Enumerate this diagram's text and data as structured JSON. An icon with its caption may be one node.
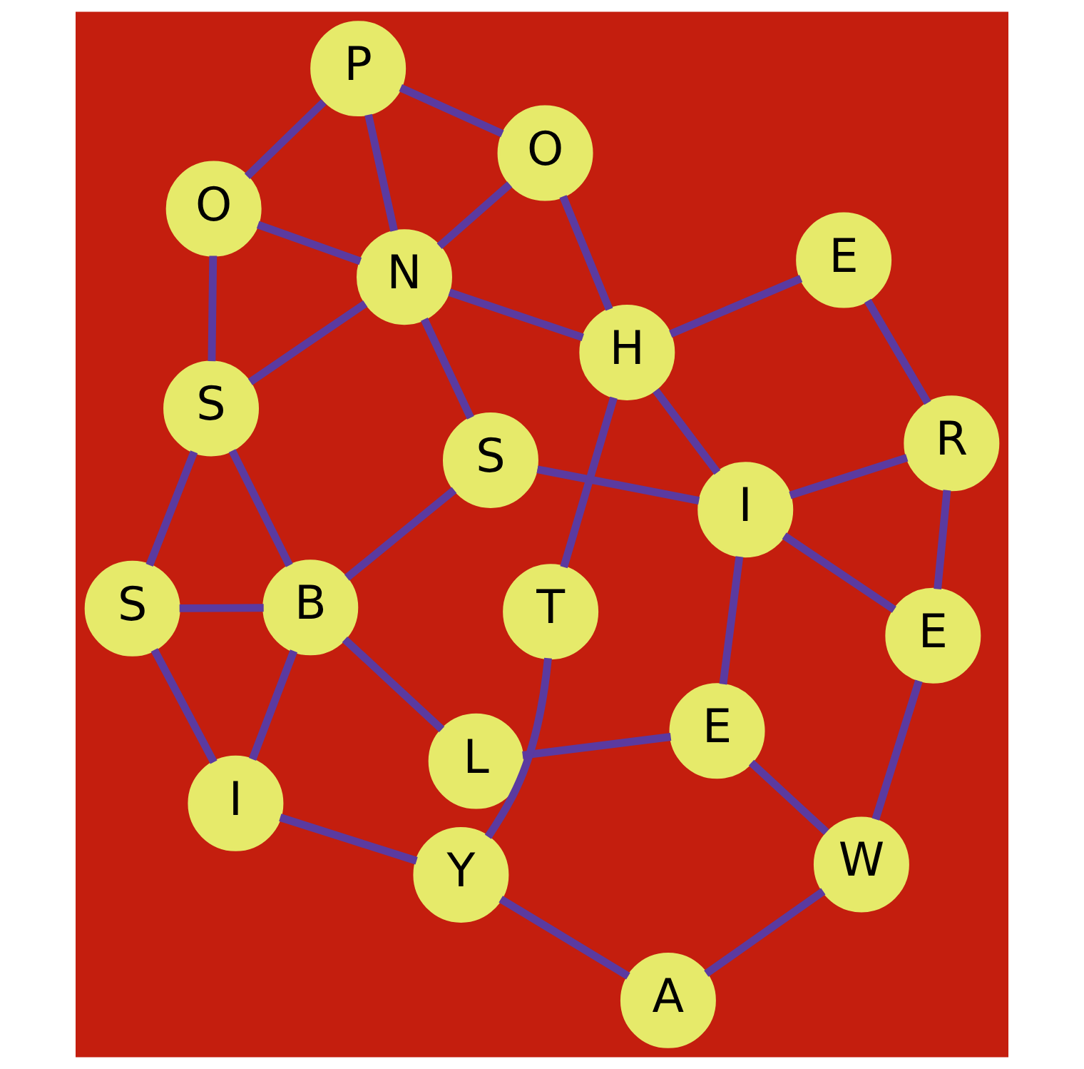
{
  "diagram": {
    "nodes": [
      {
        "text": [
          "S"
        ]
      },
      {
        "text": [
          "O"
        ]
      },
      {
        "text": [
          "B"
        ]
      },
      {
        "text": [
          "S"
        ]
      },
      {
        "text": [
          "S"
        ]
      },
      {
        "text": [
          "P"
        ]
      },
      {
        "text": [
          "L"
        ]
      },
      {
        "text": [
          "E"
        ]
      },
      {
        "text": [
          "I"
        ]
      },
      {
        "text": [
          "I"
        ]
      },
      {
        "text": [
          "O"
        ]
      },
      {
        "text": [
          "E"
        ]
      },
      {
        "text": [
          "E"
        ]
      },
      {
        "text": [
          "N"
        ]
      },
      {
        "text": [
          "R"
        ]
      },
      {
        "text": [
          "W"
        ]
      },
      {
        "text": [
          "A"
        ]
      },
      {
        "text": [
          "Y"
        ]
      },
      {
        "text": [
          "H"
        ]
      },
      {
        "text": [
          "T"
        ]
      }
    ],
    "edges": [
      {
        "from": 0,
        "to": 1,
        "arrow": "none"
      },
      {
        "from": 0,
        "to": 2,
        "arrow": "none"
      },
      {
        "from": 0,
        "to": 4,
        "arrow": "none"
      },
      {
        "from": 0,
        "to": 13,
        "arrow": "none"
      },
      {
        "from": 1,
        "to": 5,
        "arrow": "none"
      },
      {
        "from": 1,
        "to": 13,
        "arrow": "none"
      },
      {
        "from": 2,
        "to": 3,
        "arrow": "none"
      },
      {
        "from": 2,
        "to": 4,
        "arrow": "none"
      },
      {
        "from": 2,
        "to": 8,
        "arrow": "none"
      },
      {
        "from": 2,
        "to": 6,
        "arrow": "none"
      },
      {
        "from": 3,
        "to": 13,
        "arrow": "none"
      },
      {
        "from": 3,
        "to": 9,
        "arrow": "none"
      },
      {
        "from": 4,
        "to": 8,
        "arrow": "none"
      },
      {
        "from": 5,
        "to": 10,
        "arrow": "none"
      },
      {
        "from": 5,
        "to": 13,
        "arrow": "none"
      },
      {
        "from": 6,
        "to": 12,
        "arrow": "none"
      },
      {
        "from": 9,
        "to": 12,
        "arrow": "none"
      },
      {
        "from": 9,
        "to": 7,
        "arrow": "none"
      },
      {
        "from": 7,
        "to": 14,
        "arrow": "none"
      },
      {
        "from": 7,
        "to": 15,
        "arrow": "none"
      },
      {
        "from": 9,
        "to": 14,
        "arrow": "none"
      },
      {
        "from": 11,
        "to": 14,
        "arrow": "none"
      },
      {
        "from": 10,
        "to": 13,
        "arrow": "none"
      },
      {
        "from": 10,
        "to": 18,
        "arrow": "none"
      },
      {
        "from": 9,
        "to": 18,
        "arrow": "none"
      },
      {
        "from": 11,
        "to": 18,
        "arrow": "none"
      },
      {
        "from": 13,
        "to": 18,
        "arrow": "none"
      },
      {
        "from": 12,
        "to": 15,
        "arrow": "none"
      },
      {
        "from": 15,
        "to": 16,
        "arrow": "none"
      },
      {
        "from": 16,
        "to": 17,
        "arrow": "none"
      },
      {
        "from": 8,
        "to": 17,
        "arrow": "none"
      },
      {
        "from": 17,
        "to": 19,
        "arrow": "none"
      },
      {
        "from": 18,
        "to": 19,
        "arrow": "none"
      }
    ]
  }
}
